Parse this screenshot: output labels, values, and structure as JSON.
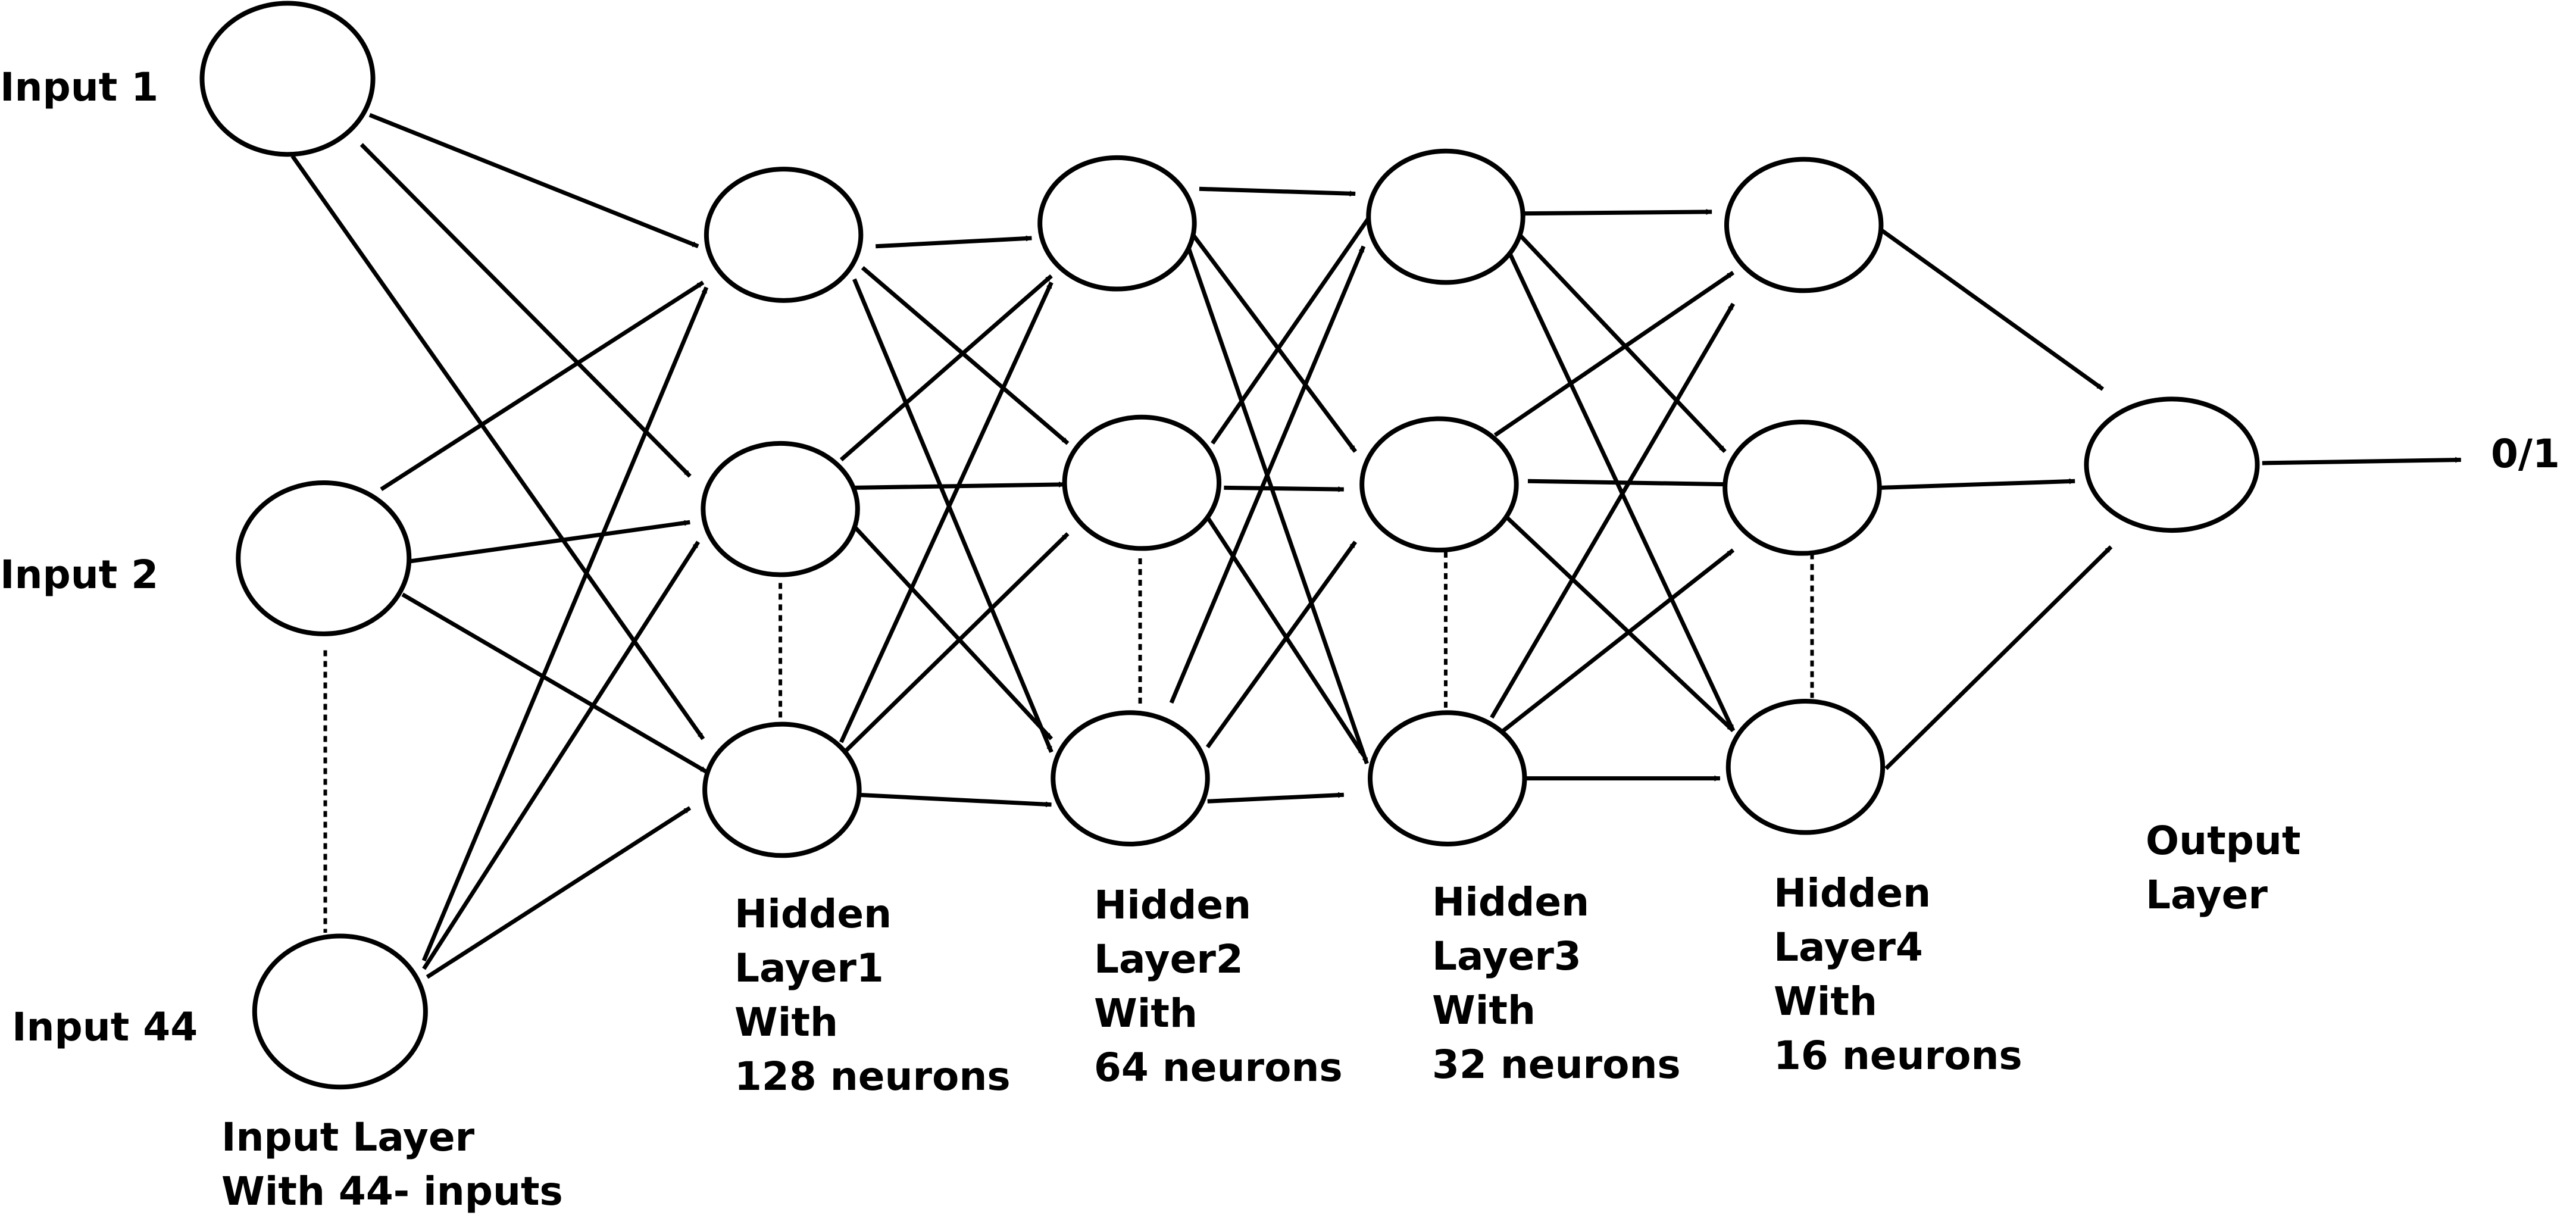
{
  "input_labels": [
    "Input 1",
    "Input 2",
    "Input 44"
  ],
  "output_value": "0/1",
  "layers": {
    "input": {
      "lines": [
        "Input Layer",
        "With 44- inputs"
      ]
    },
    "hidden1": {
      "lines": [
        "Hidden",
        "Layer1",
        "With",
        "128 neurons"
      ]
    },
    "hidden2": {
      "lines": [
        "Hidden",
        "Layer2",
        "With",
        "64 neurons"
      ]
    },
    "hidden3": {
      "lines": [
        "Hidden",
        "Layer3",
        "With",
        "32 neurons"
      ]
    },
    "hidden4": {
      "lines": [
        "Hidden",
        "Layer4",
        "With",
        "16 neurons"
      ]
    },
    "output": {
      "lines": [
        "Output",
        "Layer"
      ]
    }
  },
  "colors": {
    "stroke": "#000000",
    "fill": "#ffffff",
    "text": "#000000"
  }
}
